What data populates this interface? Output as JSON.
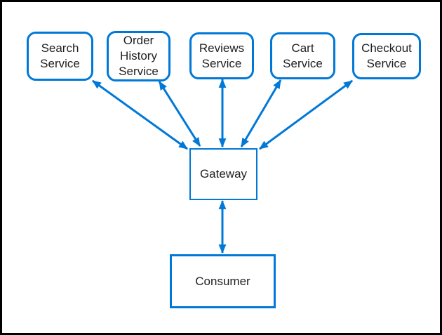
{
  "diagram": {
    "colors": {
      "accent": "#0078D7",
      "text": "#1f1f1f",
      "background": "#ffffff",
      "frame_border": "#000000"
    },
    "nodes": [
      {
        "id": "search-service",
        "label": "Search Service",
        "shape": "rounded-rectangle"
      },
      {
        "id": "order-history-service",
        "label": "Order History Service",
        "shape": "rounded-rectangle"
      },
      {
        "id": "reviews-service",
        "label": "Reviews Service",
        "shape": "rounded-rectangle"
      },
      {
        "id": "cart-service",
        "label": "Cart Service",
        "shape": "rounded-rectangle"
      },
      {
        "id": "checkout-service",
        "label": "Checkout Service",
        "shape": "rounded-rectangle"
      },
      {
        "id": "gateway",
        "label": "Gateway",
        "shape": "rectangle"
      },
      {
        "id": "consumer",
        "label": "Consumer",
        "shape": "rectangle"
      }
    ],
    "edges": [
      {
        "from": "search-service",
        "to": "gateway",
        "direction": "bidirectional"
      },
      {
        "from": "order-history-service",
        "to": "gateway",
        "direction": "bidirectional"
      },
      {
        "from": "reviews-service",
        "to": "gateway",
        "direction": "bidirectional"
      },
      {
        "from": "cart-service",
        "to": "gateway",
        "direction": "bidirectional"
      },
      {
        "from": "checkout-service",
        "to": "gateway",
        "direction": "bidirectional"
      },
      {
        "from": "gateway",
        "to": "consumer",
        "direction": "bidirectional"
      }
    ]
  }
}
